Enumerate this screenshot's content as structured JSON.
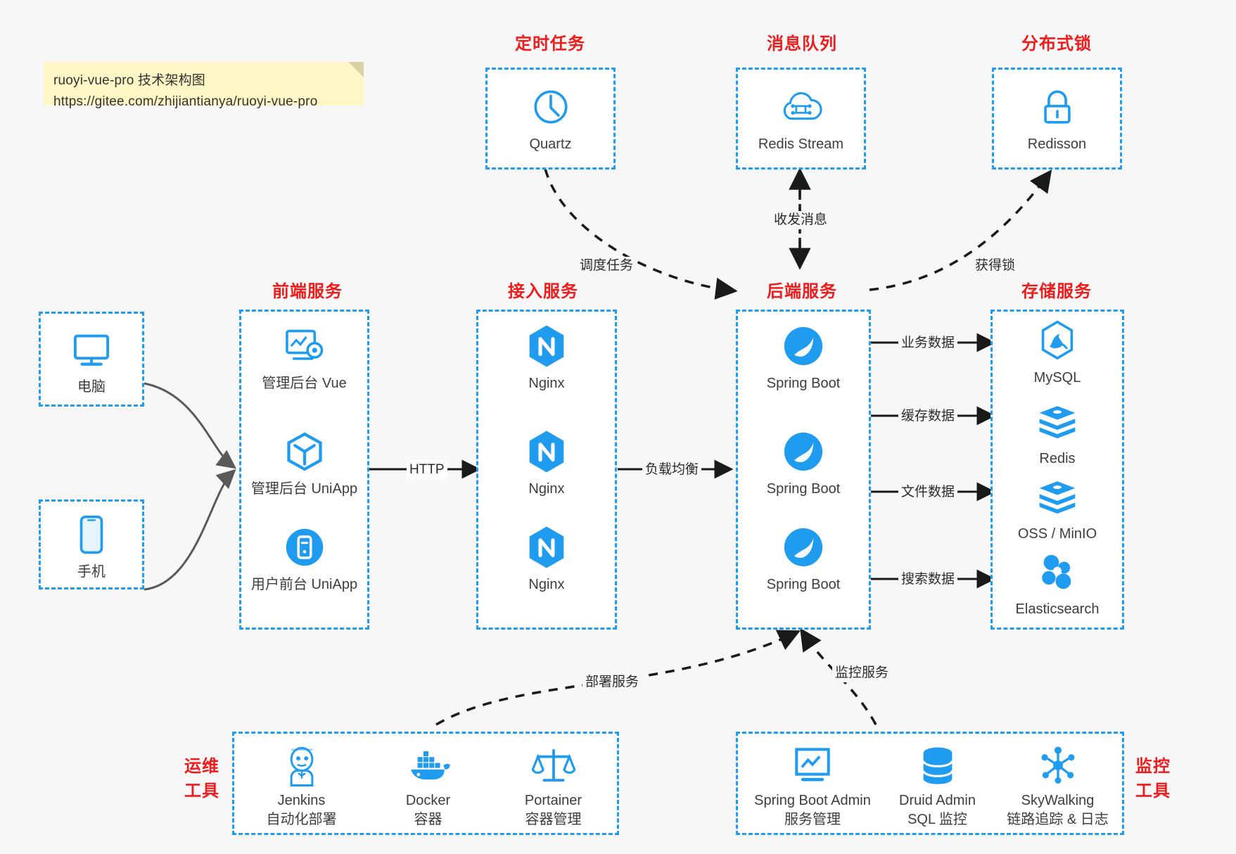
{
  "note": {
    "line1": "ruoyi-vue-pro 技术架构图",
    "line2": "https://gitee.com/zhijiantianya/ruoyi-vue-pro"
  },
  "groups": {
    "scheduled": {
      "label": "定时任务",
      "items": [
        {
          "name": "Quartz",
          "icon": "clock-icon"
        }
      ]
    },
    "mq": {
      "label": "消息队列",
      "items": [
        {
          "name": "Redis Stream",
          "icon": "cloud-stream-icon"
        }
      ]
    },
    "lock": {
      "label": "分布式锁",
      "items": [
        {
          "name": "Redisson",
          "icon": "lock-icon"
        }
      ]
    },
    "clients": {
      "pc": {
        "name": "电脑",
        "icon": "desktop-icon"
      },
      "mobile": {
        "name": "手机",
        "icon": "phone-icon"
      }
    },
    "frontend": {
      "label": "前端服务",
      "items": [
        {
          "name": "管理后台 Vue",
          "icon": "dashboard-vue-icon"
        },
        {
          "name": "管理后台 UniApp",
          "icon": "cube-icon"
        },
        {
          "name": "用户前台 UniApp",
          "icon": "app-icon"
        }
      ]
    },
    "gateway": {
      "label": "接入服务",
      "items": [
        {
          "name": "Nginx",
          "icon": "nginx-icon"
        },
        {
          "name": "Nginx",
          "icon": "nginx-icon"
        },
        {
          "name": "Nginx",
          "icon": "nginx-icon"
        }
      ]
    },
    "backend": {
      "label": "后端服务",
      "items": [
        {
          "name": "Spring Boot",
          "icon": "spring-boot-icon"
        },
        {
          "name": "Spring Boot",
          "icon": "spring-boot-icon"
        },
        {
          "name": "Spring Boot",
          "icon": "spring-boot-icon"
        }
      ]
    },
    "storage": {
      "label": "存储服务",
      "items": [
        {
          "name": "MySQL",
          "icon": "mysql-icon"
        },
        {
          "name": "Redis",
          "icon": "redis-icon"
        },
        {
          "name": "OSS / MinIO",
          "icon": "oss-icon"
        },
        {
          "name": "Elasticsearch",
          "icon": "elasticsearch-icon"
        }
      ]
    },
    "devops": {
      "label1": "运维",
      "label2": "工具",
      "items": [
        {
          "name": "Jenkins",
          "desc": "自动化部署",
          "icon": "jenkins-icon"
        },
        {
          "name": "Docker",
          "desc": "容器",
          "icon": "docker-icon"
        },
        {
          "name": "Portainer",
          "desc": "容器管理",
          "icon": "portainer-icon"
        }
      ]
    },
    "monitor": {
      "label1": "监控",
      "label2": "工具",
      "items": [
        {
          "name": "Spring Boot Admin",
          "desc": "服务管理",
          "icon": "monitor-screen-icon"
        },
        {
          "name": "Druid Admin",
          "desc": "SQL 监控",
          "icon": "database-icon"
        },
        {
          "name": "SkyWalking",
          "desc": "链路追踪 & 日志",
          "icon": "skywalking-icon"
        }
      ]
    }
  },
  "edges": {
    "http": "HTTP",
    "load_balance": "负载均衡",
    "schedule_task": "调度任务",
    "send_receive_msg": "收发消息",
    "acquire_lock": "获得锁",
    "business_data": "业务数据",
    "cache_data": "缓存数据",
    "file_data": "文件数据",
    "search_data": "搜索数据",
    "deploy_service": "部署服务",
    "monitor_service": "监控服务"
  },
  "colors": {
    "accent": "#1f9cf0",
    "label_red": "#ee1c1c",
    "note_bg": "#fcf7c5",
    "page_bg": "#f7f7f7"
  }
}
